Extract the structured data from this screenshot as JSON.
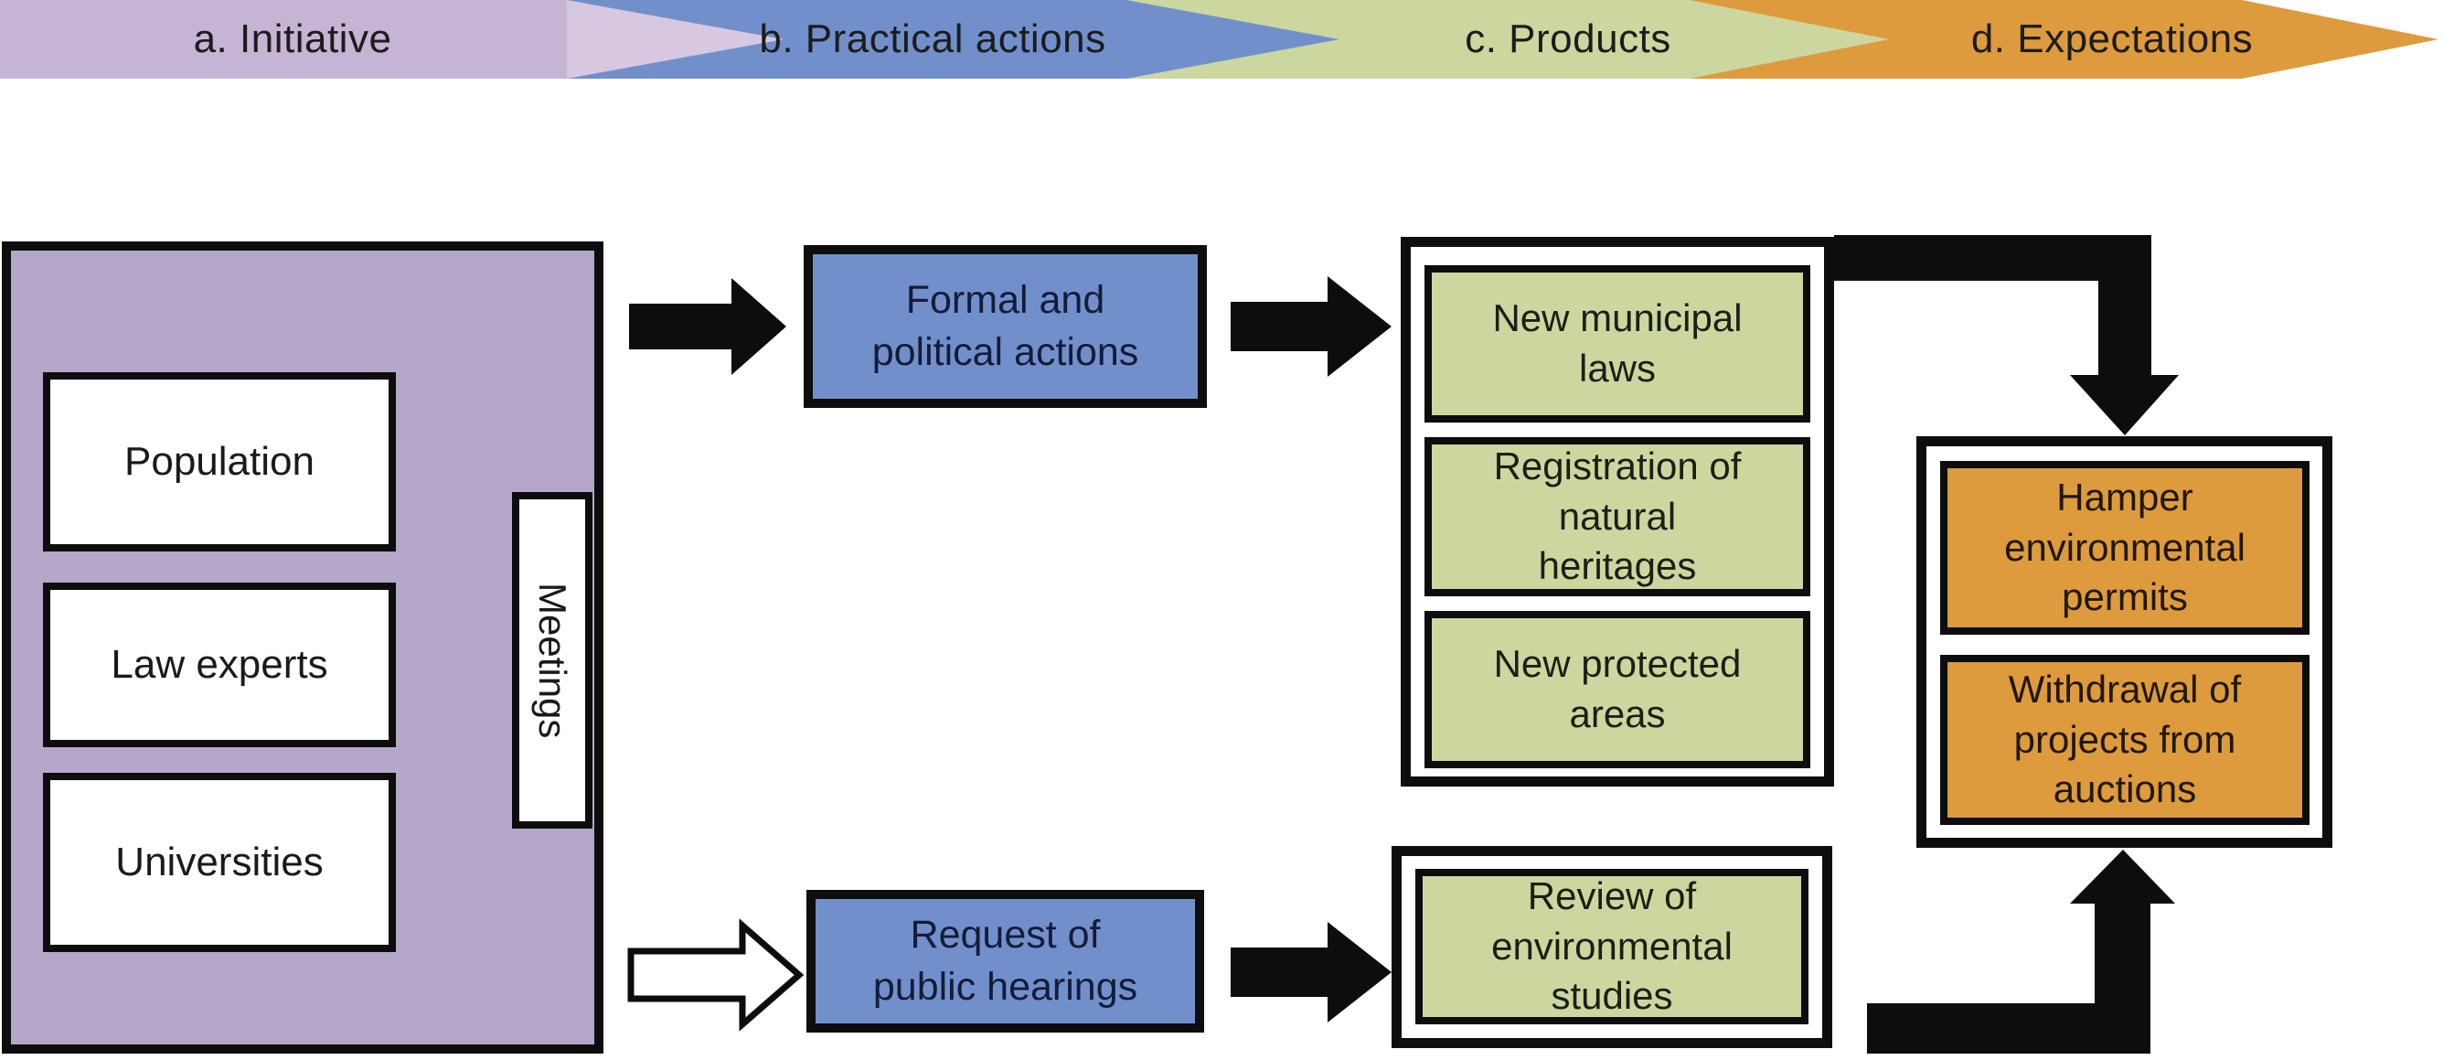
{
  "banner": {
    "phases": [
      {
        "label": "a. Initiative",
        "color": "#c5b4d3",
        "tip_color": "#d8c7e0"
      },
      {
        "label": "b. Practical actions",
        "color": "#7190cb",
        "tip_color": "#7190cb"
      },
      {
        "label": "c. Products",
        "color": "#ccd7a0",
        "tip_color": "#ccd7a0"
      },
      {
        "label": "d. Expectations",
        "color": "#dd9b3d",
        "tip_color": "#dd9b3d"
      }
    ]
  },
  "initiative": {
    "panel_color": "#b4a7ca",
    "actors": [
      {
        "label": "Population"
      },
      {
        "label": "Law experts"
      },
      {
        "label": "Universities"
      }
    ],
    "meetings_label": "Meetings"
  },
  "practical_actions": {
    "formal_box": {
      "lines": [
        "Formal and",
        "political actions"
      ]
    },
    "hearings_box": {
      "lines": [
        "Request of",
        "public hearings"
      ]
    }
  },
  "products": {
    "items": [
      {
        "lines": [
          "New municipal",
          "laws"
        ]
      },
      {
        "lines": [
          "Registration of",
          "natural",
          "heritages"
        ]
      },
      {
        "lines": [
          "New protected",
          "areas"
        ]
      }
    ],
    "review_box": {
      "lines": [
        "Review of",
        "environmental",
        "studies"
      ]
    }
  },
  "expectations": {
    "items": [
      {
        "lines": [
          "Hamper",
          "environmental",
          "permits"
        ]
      },
      {
        "lines": [
          "Withdrawal of",
          "projects from",
          "auctions"
        ]
      }
    ]
  },
  "colors": {
    "lavender": "#c5b4d3",
    "lavender_tip": "#d8c7e0",
    "purple_panel": "#b4a7ca",
    "blue": "#7190cb",
    "green": "#ccd7a0",
    "orange": "#dd9b3d",
    "arrow_black": "#0d0d0d",
    "white": "#ffffff"
  }
}
